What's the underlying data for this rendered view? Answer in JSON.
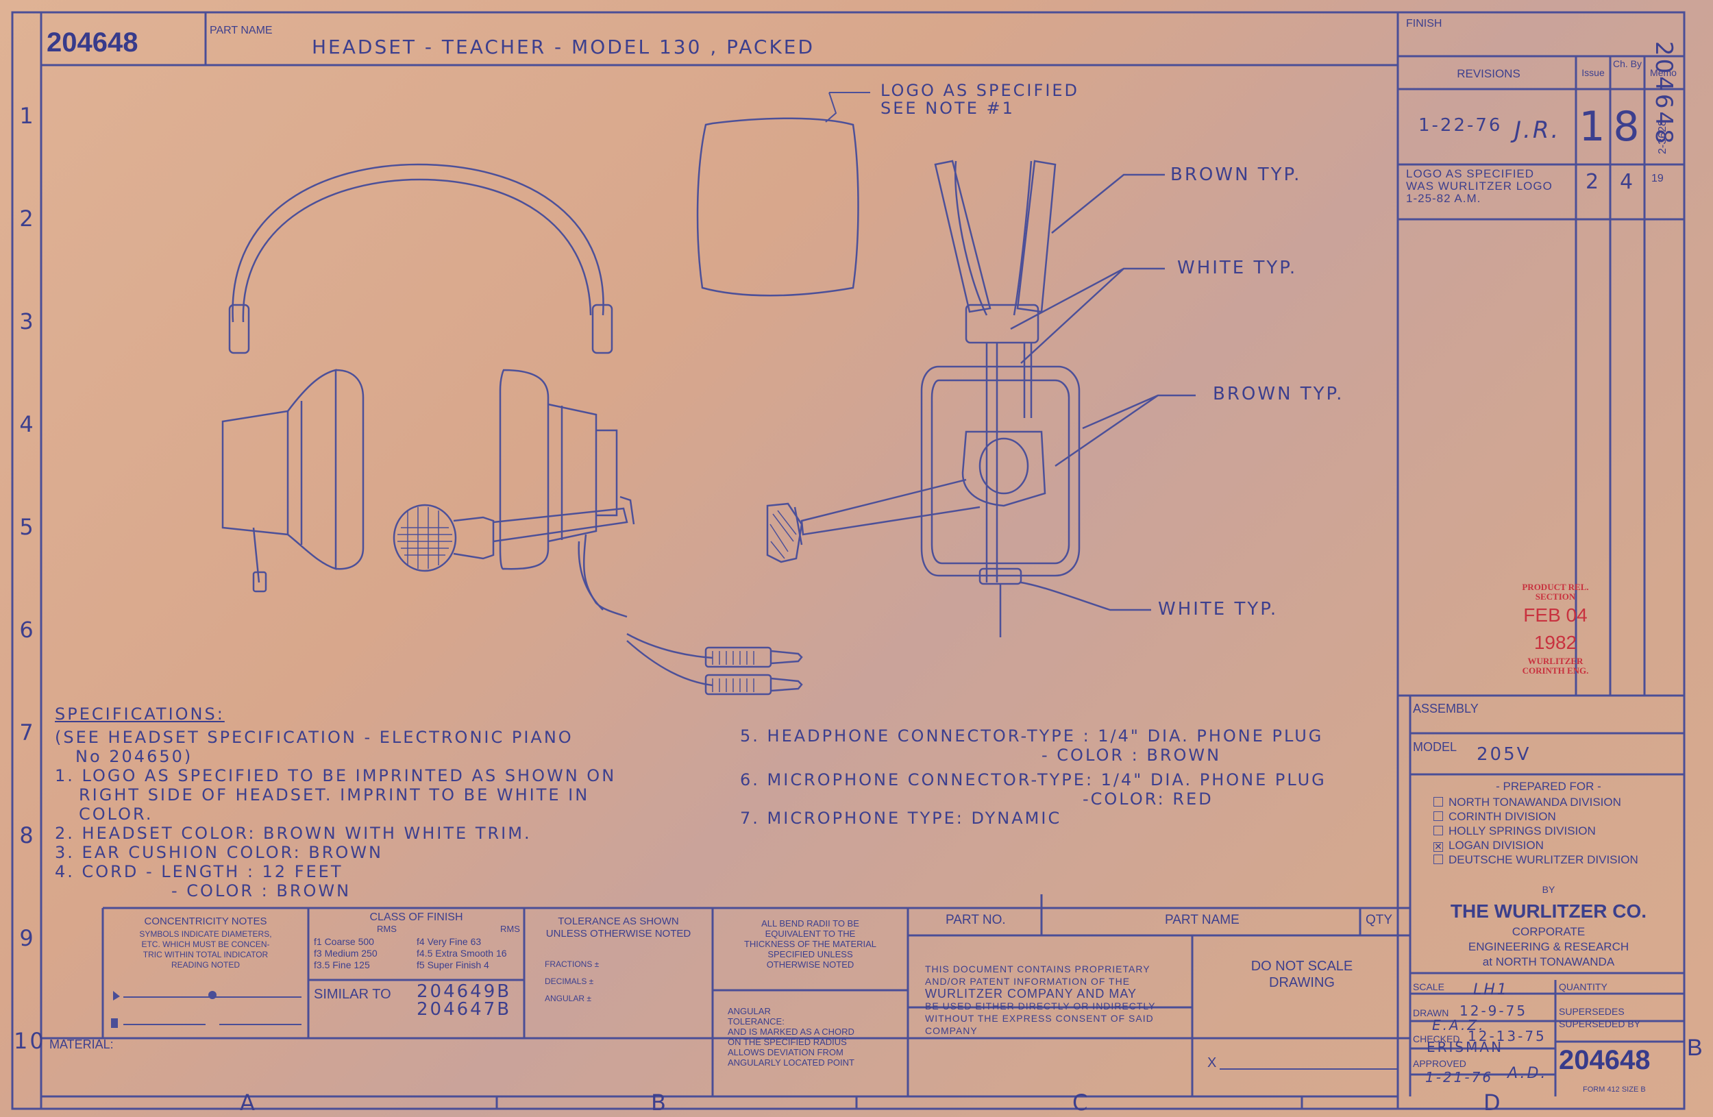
{
  "title_block": {
    "drawing_number": "204648",
    "part_name_label": "PART NAME",
    "part_name": "HEADSET - TEACHER - MODEL 130 , PACKED",
    "finish_label": "FINISH",
    "side_number": "204648"
  },
  "revisions": {
    "header": "REVISIONS",
    "issue_label": "Issue",
    "chby_label": "Ch. By",
    "memo_label": "Memo",
    "rows": [
      {
        "text": "1-22-76",
        "initials": "J.R.",
        "issue": "1",
        "by": "8",
        "memo": "2-3628"
      },
      {
        "text": "LOGO AS SPECIFIED WAS WURLITZER LOGO 1-25-82 A.M.",
        "line1": "LOGO AS SPECIFIED",
        "line2": "WAS WURLITZER LOGO",
        "line3": "1-25-82   A.M.",
        "initials": "",
        "issue": "2",
        "by": "4",
        "memo": "19"
      }
    ]
  },
  "stamp": {
    "line1": "PRODUCT REL.",
    "line2": "SECTION",
    "date": "FEB 04 1982",
    "line3": "WURLITZER",
    "line4": "CORINTH ENG."
  },
  "row_numbers": [
    "1",
    "2",
    "3",
    "4",
    "5",
    "6",
    "7",
    "8",
    "9",
    "10"
  ],
  "col_letters": [
    "A",
    "B",
    "C",
    "D"
  ],
  "callouts": {
    "logo1": "LOGO AS SPECIFIED",
    "logo2": "SEE NOTE #1",
    "brown1": "BROWN TYP.",
    "white1": "WHITE TYP.",
    "brown2": "BROWN TYP.",
    "white2": "WHITE TYP."
  },
  "specs": {
    "heading": "SPECIFICATIONS:",
    "l1": "(SEE HEADSET SPECIFICATION - ELECTRONIC PIANO",
    "l2": "No 204650)",
    "l3": "1. LOGO AS  SPECIFIED TO BE IMPRINTED AS SHOWN ON",
    "l4": "RIGHT SIDE  OF HEADSET. IMPRINT TO BE WHITE IN",
    "l5": "COLOR.",
    "l6": "2. HEADSET COLOR: BROWN WITH WHITE TRIM.",
    "l7": "3. EAR CUSHION COLOR: BROWN",
    "l8": "4. CORD - LENGTH : 12 FEET",
    "l9": "- COLOR :  BROWN",
    "r1": "5. HEADPHONE CONNECTOR-TYPE : 1/4\" DIA. PHONE PLUG",
    "r2": "- COLOR :  BROWN",
    "r3": "6. MICROPHONE CONNECTOR-TYPE: 1/4\" DIA. PHONE PLUG",
    "r4": "-COLOR: RED",
    "r5": "7. MICROPHONE TYPE: DYNAMIC"
  },
  "assembly": {
    "label": "ASSEMBLY",
    "model_label": "MODEL",
    "model": "205V",
    "prepared_for": "- PREPARED FOR -",
    "divisions": [
      {
        "name": "NORTH TONAWANDA DIVISION",
        "checked": false
      },
      {
        "name": "CORINTH DIVISION",
        "checked": false
      },
      {
        "name": "HOLLY SPRINGS DIVISION",
        "checked": false
      },
      {
        "name": "LOGAN DIVISION",
        "checked": true
      },
      {
        "name": "DEUTSCHE WURLITZER DIVISION",
        "checked": false
      }
    ],
    "by": "BY",
    "company": "THE WURLITZER CO.",
    "corp1": "CORPORATE",
    "corp2": "ENGINEERING & RESEARCH",
    "corp3": "at NORTH TONAWANDA"
  },
  "bottom": {
    "conc_title": "CONCENTRICITY NOTES",
    "conc1": "SYMBOLS INDICATE DIAMETERS,",
    "conc2": "ETC. WHICH MUST BE CONCEN-",
    "conc3": "TRIC WITHIN TOTAL INDICATOR",
    "conc4": "READING NOTED",
    "finish_title": "CLASS OF FINISH",
    "rms": "RMS",
    "f1": "f1  Coarse  500",
    "f3": "f3  Medium 250",
    "f35": "f3.5 Fine    125",
    "f4": "f4  Very Fine  63",
    "f45": "f4.5 Extra Smooth 16",
    "f5": "f5  Super Finish  4",
    "similar_label": "SIMILAR TO",
    "similar1": "204649B",
    "similar2": "204647B",
    "tol_title1": "TOLERANCE AS SHOWN",
    "tol_title2": "UNLESS OTHERWISE NOTED",
    "fractions": "FRACTIONS ±",
    "decimals": "DECIMALS ±",
    "angular": "ANGULAR ±",
    "bend1": "ALL BEND RADII TO BE",
    "bend2": "EQUIVALENT TO THE",
    "bend3": "THICKNESS OF THE MATERIAL",
    "bend4": "SPECIFIED UNLESS",
    "bend5": "OTHERWISE NOTED",
    "ang1": "ANGULAR",
    "ang2": "TOLERANCE:",
    "ang3": "AND IS MARKED AS A CHORD",
    "ang4": "ON THE SPECIFIED RADIUS",
    "ang5": "ALLOWS DEVIATION FROM",
    "ang6": "ANGULARLY LOCATED POINT",
    "partno": "PART NO.",
    "partname": "PART NAME",
    "qty": "QTY",
    "prop1": "THIS DOCUMENT CONTAINS PROPRIETARY",
    "prop2": "AND/OR PATENT INFORMATION OF  THE",
    "prop3": "WURLITZER COMPANY  AND MAY",
    "prop4": "BE USED EITHER DIRECTLY OR INDIRECTLY",
    "prop5": "WITHOUT THE EXPRESS CONSENT OF SAID",
    "prop6": "COMPANY",
    "dns1": "DO NOT SCALE",
    "dns2": "DRAWING",
    "x_label": "X",
    "material": "MATERIAL:",
    "scale_label": "SCALE",
    "scale": "LH1",
    "quantity_label": "QUANTITY",
    "drawn_label": "DRAWN",
    "drawn": "12-9-75",
    "drawn_by": "E.A.Z.",
    "supersedes": "SUPERSEDES",
    "superseded_by": "SUPERSEDED BY",
    "checked_label": "CHECKED",
    "checked": "12-13-75",
    "checked_by": "ERISMAN",
    "approved_label": "APPROVED",
    "approved": "1-21-76",
    "approved_by": "A.D.",
    "dwg_no": "204648",
    "size": "B",
    "form": "FORM 412 SIZE  B"
  }
}
